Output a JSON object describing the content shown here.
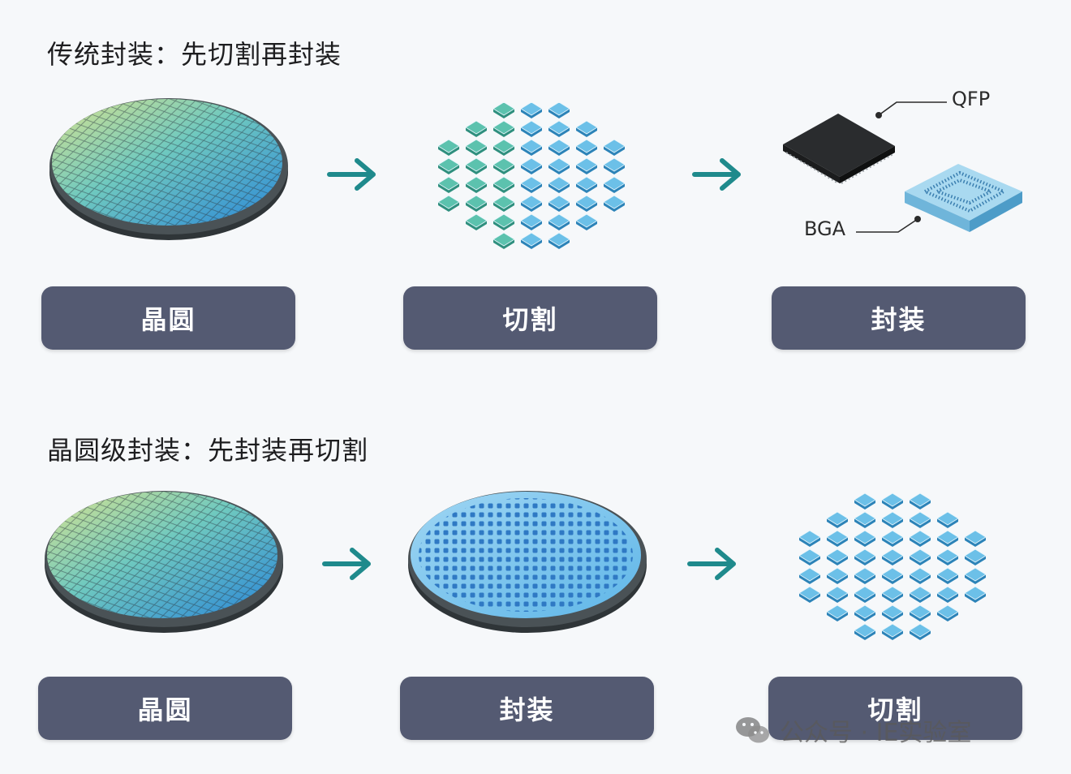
{
  "traditional": {
    "title": "传统封装：先切割再封装",
    "steps": [
      "晶圆",
      "切割",
      "封装"
    ],
    "package_labels": {
      "qfp": "QFP",
      "bga": "BGA"
    }
  },
  "wafer_level": {
    "title": "晶圆级封装：先封装再切割",
    "steps": [
      "晶圆",
      "封装",
      "切割"
    ]
  },
  "watermark": {
    "icon": "wechat-icon",
    "text": "公众号 · IE实验室"
  },
  "colors": {
    "label_bg": "#545a72",
    "arrow": "#1f8a8c",
    "die_blue": "#3aa7d6",
    "die_teal": "#3fb3a8",
    "wafer_rim": "#3d4448"
  }
}
